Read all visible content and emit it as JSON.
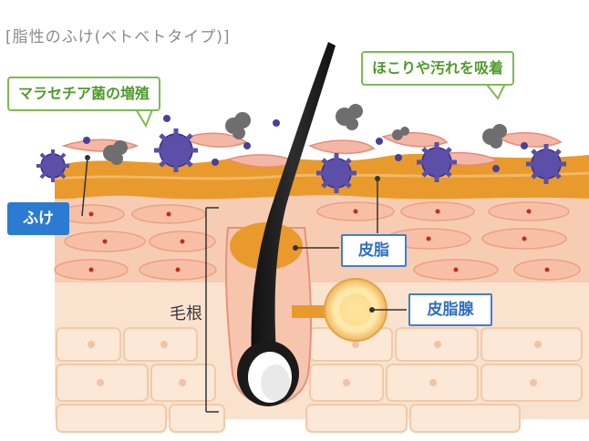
{
  "title": "[脂性のふけ(ベトベトタイプ)]",
  "callouts": {
    "fungus": "マラセチア菌の増殖",
    "dust": "ほこりや汚れを吸着"
  },
  "labels": {
    "dandruff": "ふけ",
    "sebum": "皮脂",
    "sebaceous_gland": "皮脂腺",
    "hair_root": "毛根"
  },
  "colors": {
    "callout_border": "#7dbb4f",
    "dandruff_tag": "#2b7bd2",
    "sebum": "#e89a2c",
    "fungus": "#5b4fa8",
    "skin": "#f7d9c2"
  }
}
